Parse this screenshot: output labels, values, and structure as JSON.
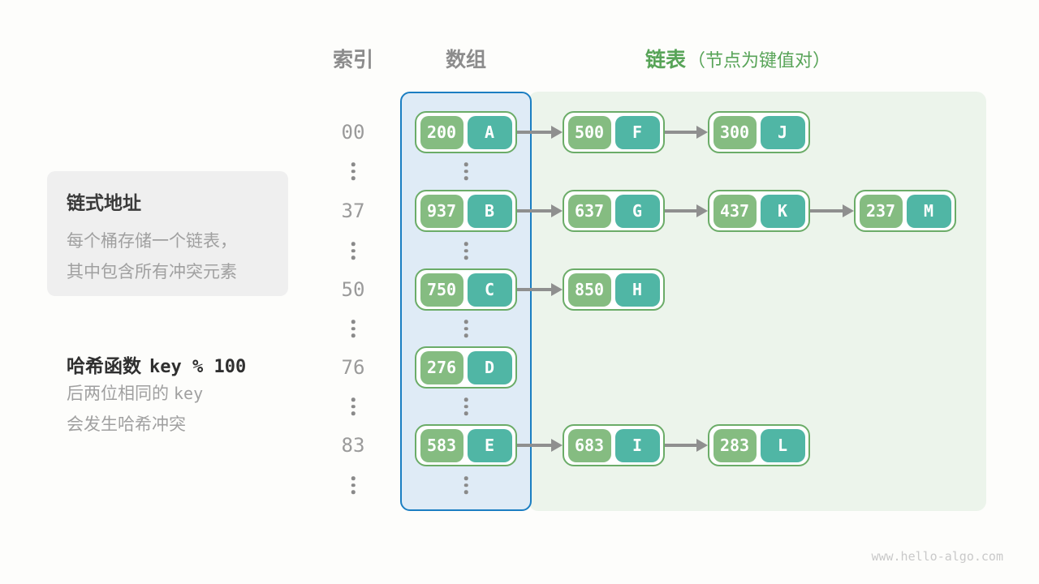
{
  "headers": {
    "index": "索引",
    "array": "数组",
    "list": "链表",
    "list_note": "（节点为键值对）"
  },
  "annotation_panel": {
    "title": "链式地址",
    "line1": "每个桶存储一个链表，",
    "line2": "其中包含所有冲突元素"
  },
  "hash_note": {
    "title_cjk": "哈希函数",
    "title_code": "key % 100",
    "line1_cjk": "后两位相同的",
    "line1_code": "key",
    "line2": "会发生哈希冲突"
  },
  "colors": {
    "header_green": "#58a458",
    "header_gray": "#8c8c8c",
    "key_green": "#85bc81",
    "value_teal": "#50b6a5",
    "array_border_blue": "#1b7ec2",
    "array_fill_blue": "#dfebf6",
    "list_fill_green": "#ecf4eb"
  },
  "rows": [
    {
      "index": "00",
      "bucket": {
        "key": "200",
        "value": "A"
      },
      "chain": [
        {
          "key": "500",
          "value": "F"
        },
        {
          "key": "300",
          "value": "J"
        }
      ]
    },
    {
      "index": "37",
      "bucket": {
        "key": "937",
        "value": "B"
      },
      "chain": [
        {
          "key": "637",
          "value": "G"
        },
        {
          "key": "437",
          "value": "K"
        },
        {
          "key": "237",
          "value": "M"
        }
      ]
    },
    {
      "index": "50",
      "bucket": {
        "key": "750",
        "value": "C"
      },
      "chain": [
        {
          "key": "850",
          "value": "H"
        }
      ]
    },
    {
      "index": "76",
      "bucket": {
        "key": "276",
        "value": "D"
      },
      "chain": []
    },
    {
      "index": "83",
      "bucket": {
        "key": "583",
        "value": "E"
      },
      "chain": [
        {
          "key": "683",
          "value": "I"
        },
        {
          "key": "283",
          "value": "L"
        }
      ]
    }
  ],
  "watermark": "www.hello-algo.com"
}
